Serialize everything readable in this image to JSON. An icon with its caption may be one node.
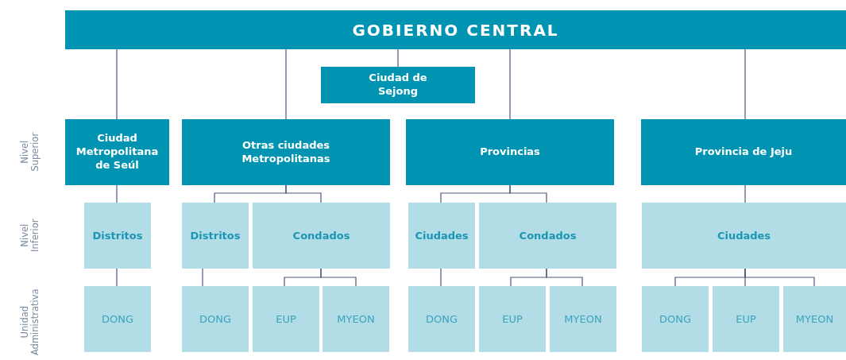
{
  "diagram": {
    "nodes": [
      {
        "text": [
          "GOBIERNO CENTRAL"
        ]
      },
      {
        "text": [
          "Ciudad de Sejong"
        ]
      },
      {
        "text": [
          "Ciudad Metropolitana de Seúl"
        ]
      },
      {
        "text": [
          "Otras ciudades Metropolitanas"
        ]
      },
      {
        "text": [
          "Provincias"
        ]
      },
      {
        "text": [
          "Provincia de Jeju"
        ]
      },
      {
        "text": [
          "Distritos"
        ]
      },
      {
        "text": [
          "Distritos"
        ]
      },
      {
        "text": [
          "Condados"
        ]
      },
      {
        "text": [
          "Ciudades"
        ]
      },
      {
        "text": [
          "Condados"
        ]
      },
      {
        "text": [
          "Ciudades"
        ]
      },
      {
        "text": [
          "DONG"
        ]
      },
      {
        "text": [
          "DONG"
        ]
      },
      {
        "text": [
          "EUP"
        ]
      },
      {
        "text": [
          "MYEON"
        ]
      },
      {
        "text": [
          "DONG"
        ]
      },
      {
        "text": [
          "EUP"
        ]
      },
      {
        "text": [
          "MYEON"
        ]
      },
      {
        "text": [
          "DONG"
        ]
      },
      {
        "text": [
          "EUP"
        ]
      },
      {
        "text": [
          "MYEON"
        ]
      }
    ],
    "edges": [
      {
        "from": 0,
        "to": 2,
        "arrow": "none"
      },
      {
        "from": 0,
        "to": 3,
        "arrow": "none"
      },
      {
        "from": 0,
        "to": 1,
        "arrow": "none"
      },
      {
        "from": 0,
        "to": 4,
        "arrow": "none"
      },
      {
        "from": 0,
        "to": 5,
        "arrow": "none"
      },
      {
        "from": 2,
        "to": 6,
        "arrow": "none"
      },
      {
        "from": 3,
        "to": 7,
        "arrow": "none"
      },
      {
        "from": 3,
        "to": 8,
        "arrow": "none"
      },
      {
        "from": 4,
        "to": 9,
        "arrow": "none"
      },
      {
        "from": 4,
        "to": 10,
        "arrow": "none"
      },
      {
        "from": 5,
        "to": 11,
        "arrow": "none"
      },
      {
        "from": 6,
        "to": 12,
        "arrow": "none"
      },
      {
        "from": 7,
        "to": 13,
        "arrow": "none"
      },
      {
        "from": 8,
        "to": 14,
        "arrow": "none"
      },
      {
        "from": 8,
        "to": 15,
        "arrow": "none"
      },
      {
        "from": 9,
        "to": 16,
        "arrow": "none"
      },
      {
        "from": 10,
        "to": 17,
        "arrow": "none"
      },
      {
        "from": 10,
        "to": 18,
        "arrow": "none"
      },
      {
        "from": 11,
        "to": 19,
        "arrow": "none"
      },
      {
        "from": 11,
        "to": 20,
        "arrow": "none"
      },
      {
        "from": 11,
        "to": 21,
        "arrow": "none"
      }
    ],
    "labels": [
      "Nivel Superior",
      "Nivel Inferior",
      "Unidad Administrativa"
    ]
  }
}
